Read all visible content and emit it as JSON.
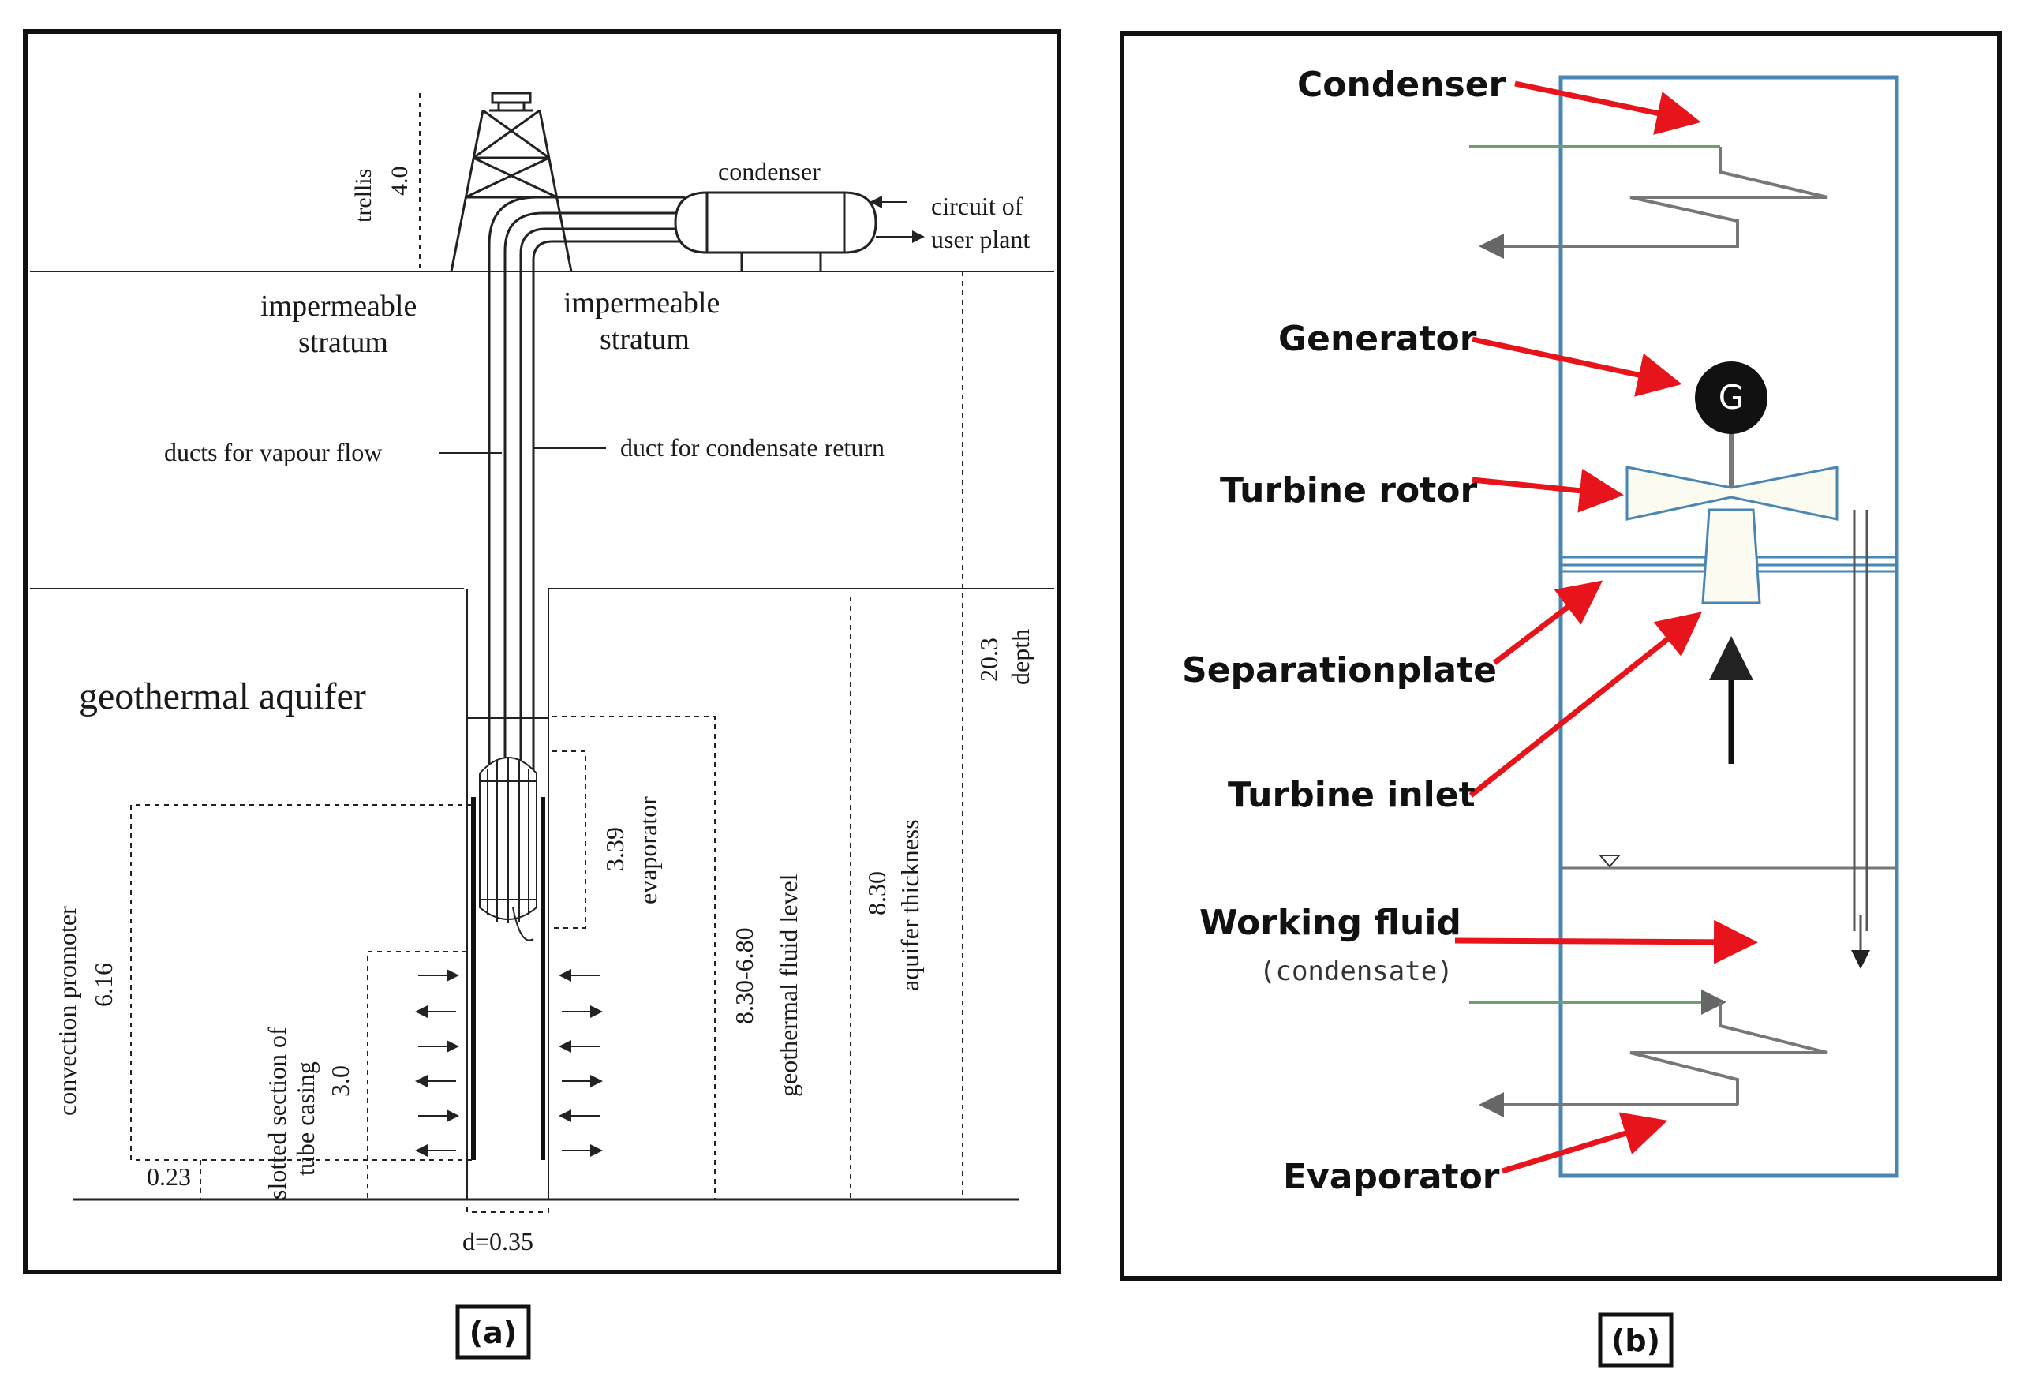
{
  "panel_a": {
    "caption": "(a)",
    "labels": {
      "trellis": "trellis",
      "trellis_value": "4.0",
      "condenser": "condenser",
      "circuit_line1": "circuit of",
      "circuit_line2": "user plant",
      "impermeable_left_1": "impermeable",
      "impermeable_left_2": "stratum",
      "impermeable_right_1": "impermeable",
      "impermeable_right_2": "stratum",
      "ducts_vapour": "ducts for vapour flow",
      "duct_condensate": "duct for condensate return",
      "geothermal_aquifer": "geothermal aquifer",
      "depth_value": "20.3",
      "depth": "depth",
      "evaporator_value": "3.39",
      "evaporator": "evaporator",
      "fluid_level_value": "8.30-6.80",
      "fluid_level": "geothermal fluid level",
      "aquifer_value": "8.30",
      "aquifer_thickness": "aquifer thickness",
      "convection": "convection promoter",
      "convection_value": "6.16",
      "slotted_1": "slotted section of",
      "slotted_2": "tube casing",
      "slotted_value": "3.0",
      "dim_023": "0.23",
      "diameter": "d=0.35"
    }
  },
  "panel_b": {
    "caption": "(b)",
    "labels": {
      "condenser": "Condenser",
      "generator": "Generator",
      "generator_symbol": "G",
      "turbine_rotor": "Turbine rotor",
      "separation_plate": "Separationplate",
      "turbine_inlet": "Turbine inlet",
      "working_fluid": "Working fluid",
      "condensate": "(condensate)",
      "evaporator": "Evaporator"
    }
  },
  "colors": {
    "arrow_red": "#e8141c",
    "vessel_blue": "#4a86b4",
    "pipe_green": "#6f9e6f",
    "frame": "#111111"
  }
}
